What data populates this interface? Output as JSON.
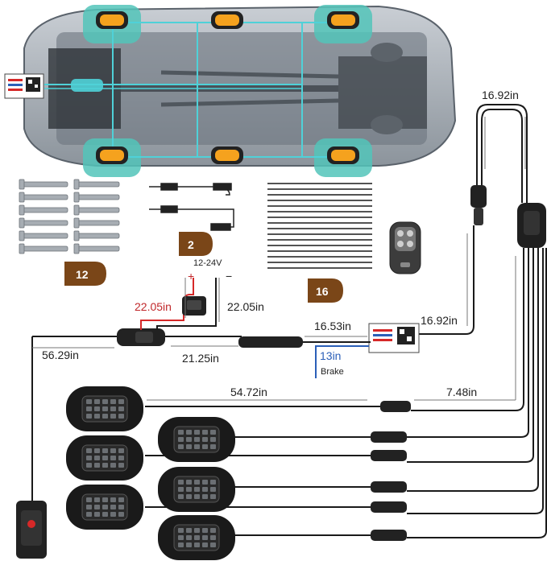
{
  "labels": {
    "harness_right_top": "16.92in",
    "voltage": "12-24V",
    "plus": "+",
    "minus": "−",
    "red_wire": "22.05in",
    "black_wire": "22.05in",
    "to_controller": "16.53in",
    "controller_to_splitter": "16.92in",
    "switch_wire": "56.29in",
    "power_to_plug": "21.25in",
    "brake_length": "13in",
    "brake": "Brake",
    "pod_extension": "54.72in",
    "splitter_lead": "7.48in"
  },
  "badges": {
    "bolts": "12",
    "connectors": "2",
    "zip_ties": "16"
  },
  "colors": {
    "glow": "#4fd1d8",
    "pod_amber": "#f5a21e",
    "wire_red": "#d62828",
    "wire_blue": "#2b5fb8",
    "badge": "#7a4618"
  }
}
